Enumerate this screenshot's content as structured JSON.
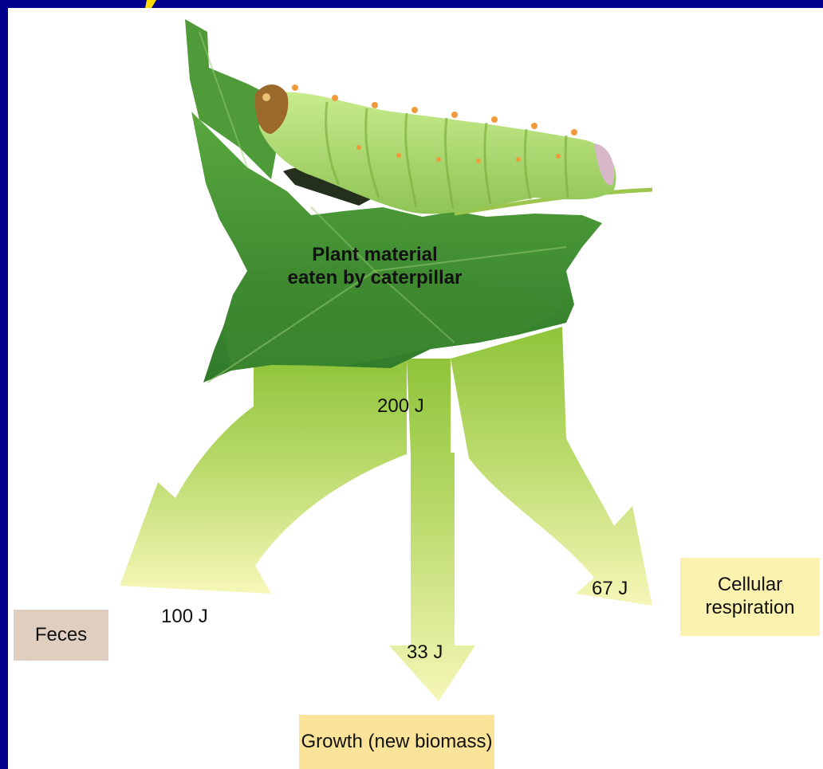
{
  "diagram": {
    "source_label": [
      "Plant material",
      "eaten by caterpillar"
    ],
    "input_energy": "200 J",
    "flows": [
      {
        "value": "100 J",
        "destination": "Feces",
        "color": "#e0cfc0"
      },
      {
        "value": "33 J",
        "destination": "Growth (new biomass)",
        "color": "#fbe49a"
      },
      {
        "value": "67 J",
        "destination": "Cellular respiration",
        "color": "#fbf2b0"
      }
    ]
  },
  "colors": {
    "frame": "#00008c",
    "title_accent": "#ffdc00",
    "arrow_top": "#8fc43a",
    "arrow_bottom": "#f6f7b8",
    "leaf": "#3c8d32",
    "caterpillar": "#a9d86e"
  }
}
